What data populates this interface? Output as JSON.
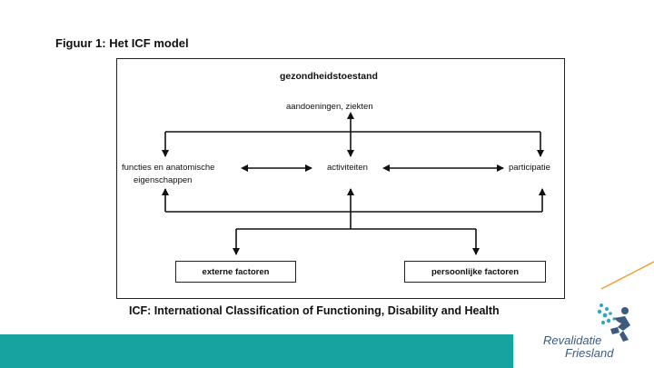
{
  "figure_title": "Figuur 1: Het ICF model",
  "diagram": {
    "health_condition": "gezondheidstoestand",
    "health_subtitle": "aandoeningen, ziekten",
    "functions_line1": "functies en anatomische",
    "functions_line2": "eigenschappen",
    "activities": "activiteiten",
    "participation": "participatie",
    "external_factors": "externe factoren",
    "personal_factors": "persoonlijke factoren"
  },
  "caption": "ICF: International Classification of Functioning, Disability and Health",
  "brand": {
    "line1": "Revalidatie",
    "line2": "Friesland",
    "icon": "runner-with-dots-logo"
  },
  "colors": {
    "teal_band": "#17a39f",
    "brand_text": "#3d5a80",
    "accent_line": "#f0a030"
  }
}
